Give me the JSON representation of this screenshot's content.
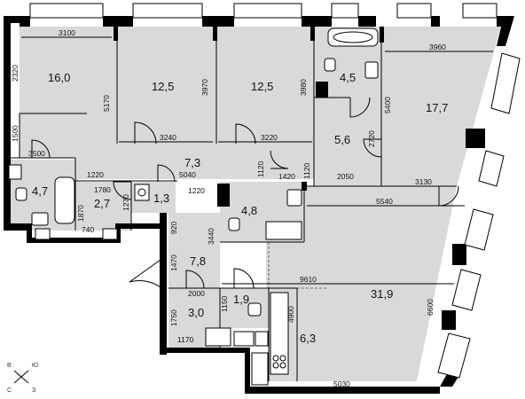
{
  "rooms": [
    {
      "id": "r1",
      "area": "16,0"
    },
    {
      "id": "r2",
      "area": "12,5"
    },
    {
      "id": "r3",
      "area": "12,5"
    },
    {
      "id": "r4",
      "area": "4,5"
    },
    {
      "id": "r5",
      "area": "17,7"
    },
    {
      "id": "r6",
      "area": "5,6"
    },
    {
      "id": "r7",
      "area": "7,3"
    },
    {
      "id": "r8",
      "area": "4,7"
    },
    {
      "id": "r9",
      "area": "2,7"
    },
    {
      "id": "r10",
      "area": "1,3"
    },
    {
      "id": "r11",
      "area": "4,8"
    },
    {
      "id": "r12",
      "area": "7,8"
    },
    {
      "id": "r13",
      "area": "31,9"
    },
    {
      "id": "r14",
      "area": "1,9"
    },
    {
      "id": "r15",
      "area": "3,0"
    },
    {
      "id": "r16",
      "area": "6,3"
    }
  ],
  "dimensions": [
    "3100",
    "2320",
    "5170",
    "1500",
    "3500",
    "3240",
    "3970",
    "3220",
    "3980",
    "3960",
    "5400",
    "2720",
    "1220",
    "1780",
    "1270",
    "1870",
    "740",
    "5040",
    "1120",
    "1420",
    "1120",
    "2050",
    "3130",
    "5540",
    "1220",
    "920",
    "3440",
    "1470",
    "9610",
    "2000",
    "1150",
    "1750",
    "1170",
    "4900",
    "6600",
    "5030"
  ],
  "compass": {
    "n": "В",
    "s": "З",
    "w": "С",
    "e": "Ю"
  }
}
